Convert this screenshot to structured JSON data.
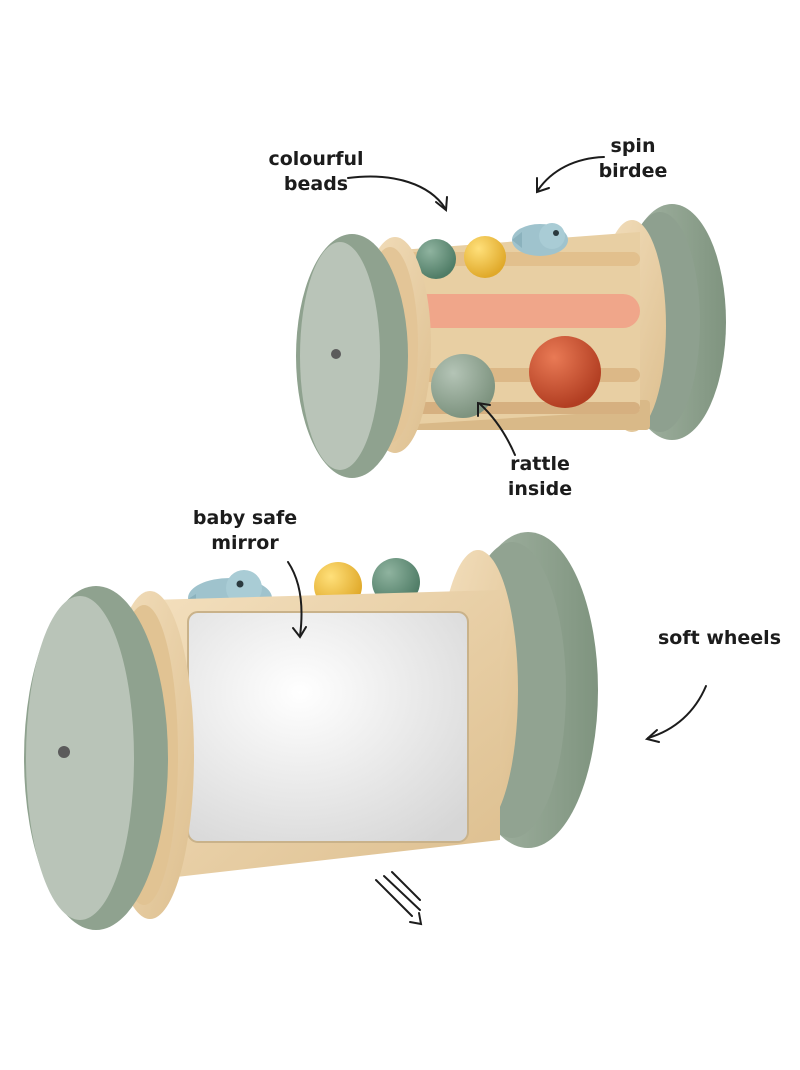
{
  "labels": {
    "colourful_beads": [
      "colourful",
      "beads"
    ],
    "spin_birdee": [
      "spin",
      "birdee"
    ],
    "rattle_inside": [
      "rattle",
      "inside"
    ],
    "baby_safe_mirror": [
      "baby safe",
      "mirror"
    ],
    "soft_wheels": [
      "soft wheels"
    ]
  },
  "colors": {
    "background": "#ffffff",
    "wood": "#e9cfa5",
    "wheel_sage": "#9aab9b",
    "bead_yellow": "#f0c23c",
    "bead_red": "#c8532f",
    "bead_sage": "#8fa595",
    "rod_peach": "#f0a68a",
    "bird_blue": "#9fc3cd",
    "mirror": "#f2f2f2"
  }
}
